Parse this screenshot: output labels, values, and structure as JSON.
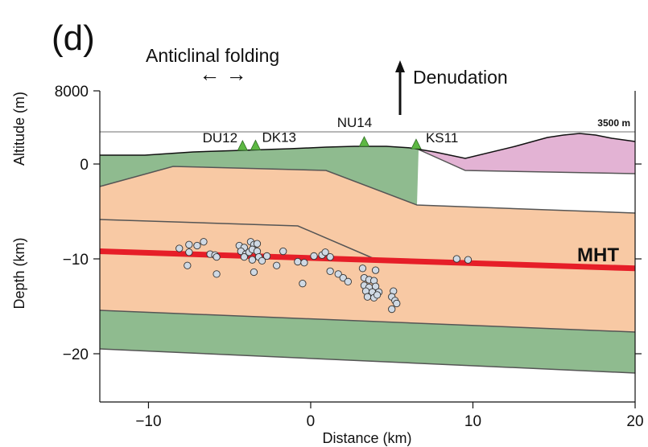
{
  "panel_label": "(d)",
  "annotations": {
    "folding_label": "Anticlinal folding",
    "folding_arrows": "← →",
    "denudation_label": "Denudation",
    "mht_label": "MHT",
    "reference_elevation_label": "3500 m"
  },
  "axes": {
    "x_label": "Distance (km)",
    "y_label_top": "Altitude (m)",
    "y_label_bottom": "Depth (km)",
    "x_ticks": [
      -10,
      0,
      10,
      20
    ],
    "x_tick_labels": [
      "−10",
      "0",
      "10",
      "20"
    ],
    "y_ticks": [
      0,
      -10,
      -20
    ],
    "y_tick_labels": [
      "0",
      "−10",
      "−20"
    ],
    "altitude_tick_value": 8000,
    "altitude_tick_label": "8000"
  },
  "stations": [
    {
      "name": "DU12",
      "x_km": -4.2
    },
    {
      "name": "DK13",
      "x_km": -3.4
    },
    {
      "name": "NU14",
      "x_km": 3.3
    },
    {
      "name": "KS11",
      "x_km": 6.5
    }
  ],
  "colors": {
    "green_layer": "#8fbb8f",
    "orange_layer": "#f8c9a4",
    "pink_layer": "#e3b3d4",
    "mht": "#e61e28",
    "station": "#5db843",
    "reference_line": "#b7b7b7",
    "reference_text": "#999999",
    "boundary": "#555555",
    "event_fill": "#cfd9e4"
  },
  "chart_data": {
    "type": "scatter",
    "x_range_km": [
      -13,
      20
    ],
    "depth_range_km": [
      -25,
      0
    ],
    "mht_depth_km": {
      "x": [
        -13,
        20
      ],
      "depth": [
        -9.2,
        -11.0
      ]
    },
    "reference_elevation_m": 3500,
    "seismicity": [
      {
        "x": -7.5,
        "depth": -8.5
      },
      {
        "x": -8.1,
        "depth": -8.9
      },
      {
        "x": -7.0,
        "depth": -8.6
      },
      {
        "x": -6.6,
        "depth": -8.2
      },
      {
        "x": -7.5,
        "depth": -9.3
      },
      {
        "x": -6.2,
        "depth": -9.5
      },
      {
        "x": -5.9,
        "depth": -9.6
      },
      {
        "x": -5.8,
        "depth": -9.8
      },
      {
        "x": -7.6,
        "depth": -10.7
      },
      {
        "x": -5.8,
        "depth": -11.6
      },
      {
        "x": -4.4,
        "depth": -8.6
      },
      {
        "x": -4.1,
        "depth": -8.8
      },
      {
        "x": -3.7,
        "depth": -8.2
      },
      {
        "x": -3.5,
        "depth": -8.5
      },
      {
        "x": -3.3,
        "depth": -8.4
      },
      {
        "x": -4.3,
        "depth": -9.2
      },
      {
        "x": -4.0,
        "depth": -9.5
      },
      {
        "x": -3.8,
        "depth": -9.3
      },
      {
        "x": -3.6,
        "depth": -9.0
      },
      {
        "x": -3.3,
        "depth": -9.2
      },
      {
        "x": -4.1,
        "depth": -9.8
      },
      {
        "x": -3.6,
        "depth": -10.1
      },
      {
        "x": -3.2,
        "depth": -9.8
      },
      {
        "x": -3.0,
        "depth": -10.2
      },
      {
        "x": -2.7,
        "depth": -9.7
      },
      {
        "x": -3.5,
        "depth": -11.4
      },
      {
        "x": -1.7,
        "depth": -9.2
      },
      {
        "x": -2.1,
        "depth": -10.7
      },
      {
        "x": -0.8,
        "depth": -10.3
      },
      {
        "x": -0.4,
        "depth": -10.4
      },
      {
        "x": 0.2,
        "depth": -9.7
      },
      {
        "x": 0.7,
        "depth": -9.6
      },
      {
        "x": 0.9,
        "depth": -9.3
      },
      {
        "x": 1.2,
        "depth": -9.8
      },
      {
        "x": -0.5,
        "depth": -12.6
      },
      {
        "x": 1.2,
        "depth": -11.3
      },
      {
        "x": 1.7,
        "depth": -11.6
      },
      {
        "x": 2.0,
        "depth": -12.0
      },
      {
        "x": 2.3,
        "depth": -12.4
      },
      {
        "x": 3.2,
        "depth": -11.0
      },
      {
        "x": 4.0,
        "depth": -11.2
      },
      {
        "x": 3.3,
        "depth": -12.0
      },
      {
        "x": 3.6,
        "depth": -12.2
      },
      {
        "x": 3.9,
        "depth": -12.3
      },
      {
        "x": 3.3,
        "depth": -12.8
      },
      {
        "x": 3.6,
        "depth": -13.0
      },
      {
        "x": 4.0,
        "depth": -12.9
      },
      {
        "x": 3.4,
        "depth": -13.4
      },
      {
        "x": 3.8,
        "depth": -13.5
      },
      {
        "x": 4.2,
        "depth": -13.5
      },
      {
        "x": 3.5,
        "depth": -14.0
      },
      {
        "x": 3.9,
        "depth": -14.1
      },
      {
        "x": 4.1,
        "depth": -13.8
      },
      {
        "x": 5.1,
        "depth": -13.4
      },
      {
        "x": 5.0,
        "depth": -14.0
      },
      {
        "x": 5.2,
        "depth": -14.4
      },
      {
        "x": 5.3,
        "depth": -14.7
      },
      {
        "x": 5.0,
        "depth": -15.3
      },
      {
        "x": 9.0,
        "depth": -10.0
      },
      {
        "x": 9.7,
        "depth": -10.1
      }
    ]
  }
}
